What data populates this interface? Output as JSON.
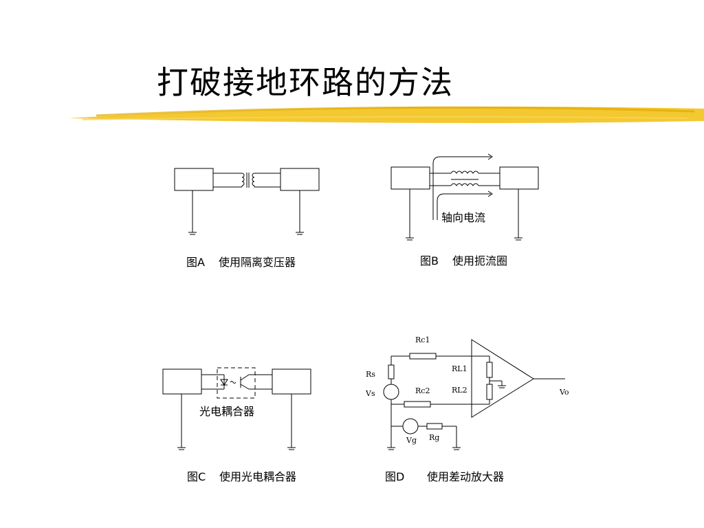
{
  "slide": {
    "title": "打破接地环路的方法",
    "accent_color": "#F2C21B"
  },
  "figure_a": {
    "caption_tag": "图A",
    "caption_text": "使用隔离变压器"
  },
  "figure_b": {
    "caption_tag": "图B",
    "caption_text": "使用扼流圈",
    "annotation": "轴向电流"
  },
  "figure_c": {
    "caption_tag": "图C",
    "caption_text": "使用光电耦合器",
    "annotation": "光电耦合器"
  },
  "figure_d": {
    "caption_tag": "图D",
    "caption_text": "使用差动放大器",
    "labels": {
      "rc1": "Rc1",
      "rs": "Rs",
      "vs": "Vs",
      "rc2": "Rc2",
      "rl1": "RL1",
      "rl2": "RL2",
      "vo": "Vo",
      "vg": "Vg",
      "rg": "Rg"
    }
  }
}
